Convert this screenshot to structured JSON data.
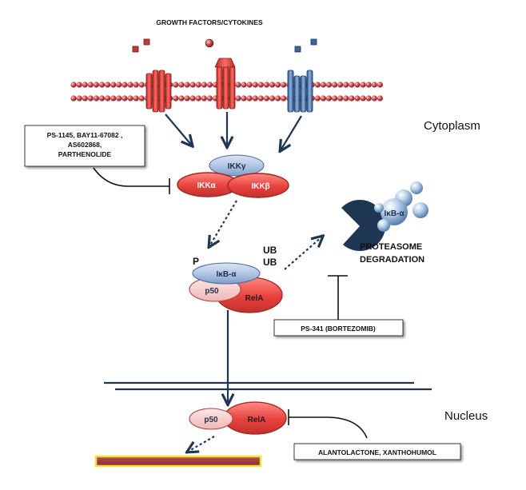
{
  "title": "GROWTH FACTORS/CYTOKINES",
  "compartments": {
    "cytoplasm": "Cytoplasm",
    "nucleus": "Nucleus"
  },
  "ikk_complex": {
    "gamma": "IKKγ",
    "alpha": "IKKα",
    "beta": "IKKβ"
  },
  "complex": {
    "phospho": "P",
    "ikb": "IκB-α",
    "p50": "p50",
    "rela": "RelA",
    "ub1": "UB",
    "ub2": "UB"
  },
  "proteasome": {
    "fragment": "IκB-α",
    "line1": "PROTEASOME",
    "line2": "DEGRADATION"
  },
  "inhibitors": {
    "ikk": [
      "PS-1145, BAY11-67082 ,",
      "AS602868,",
      "PARTHENOLIDE"
    ],
    "proteasome": "PS-341 (BORTEZOMIB)",
    "nuclear": "ALANTOLACTONE, XANTHOHUMOL"
  },
  "nuclear_complex": {
    "p50": "p50",
    "rela": "RelA"
  },
  "colors": {
    "red": "#e8413c",
    "red_dark": "#a32420",
    "blue": "#a9bfe0",
    "blue_dark": "#4a6a9a",
    "navy": "#1f3653",
    "dna": "#a0403a",
    "dna_outline": "#f2e23a"
  }
}
